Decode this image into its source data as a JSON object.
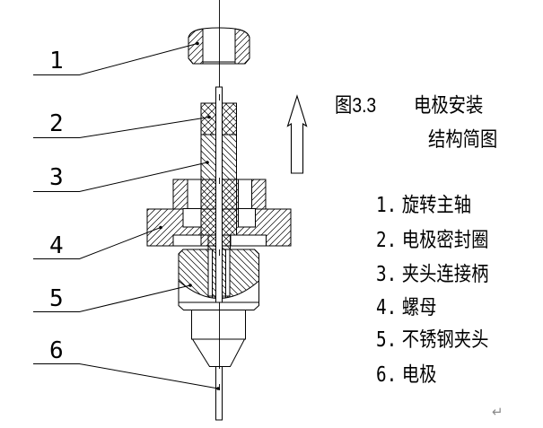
{
  "figure_caption": {
    "number": "图3.3",
    "title": "电极安装",
    "subtitle": "结构简图"
  },
  "parts_list": [
    {
      "num": "1.",
      "name": "旋转主轴"
    },
    {
      "num": "2.",
      "name": "电极密封圈"
    },
    {
      "num": "3.",
      "name": "夹头连接柄"
    },
    {
      "num": "4.",
      "name": "螺母"
    },
    {
      "num": "5.",
      "name": "不锈钢夹头"
    },
    {
      "num": "6.",
      "name": "电极"
    }
  ],
  "callout_numbers": [
    "1",
    "2",
    "3",
    "4",
    "5",
    "6"
  ],
  "paragraph_mark": "↵",
  "colors": {
    "line": "#000000",
    "background": "#ffffff",
    "paragraph_mark": "#8a8a8a"
  }
}
